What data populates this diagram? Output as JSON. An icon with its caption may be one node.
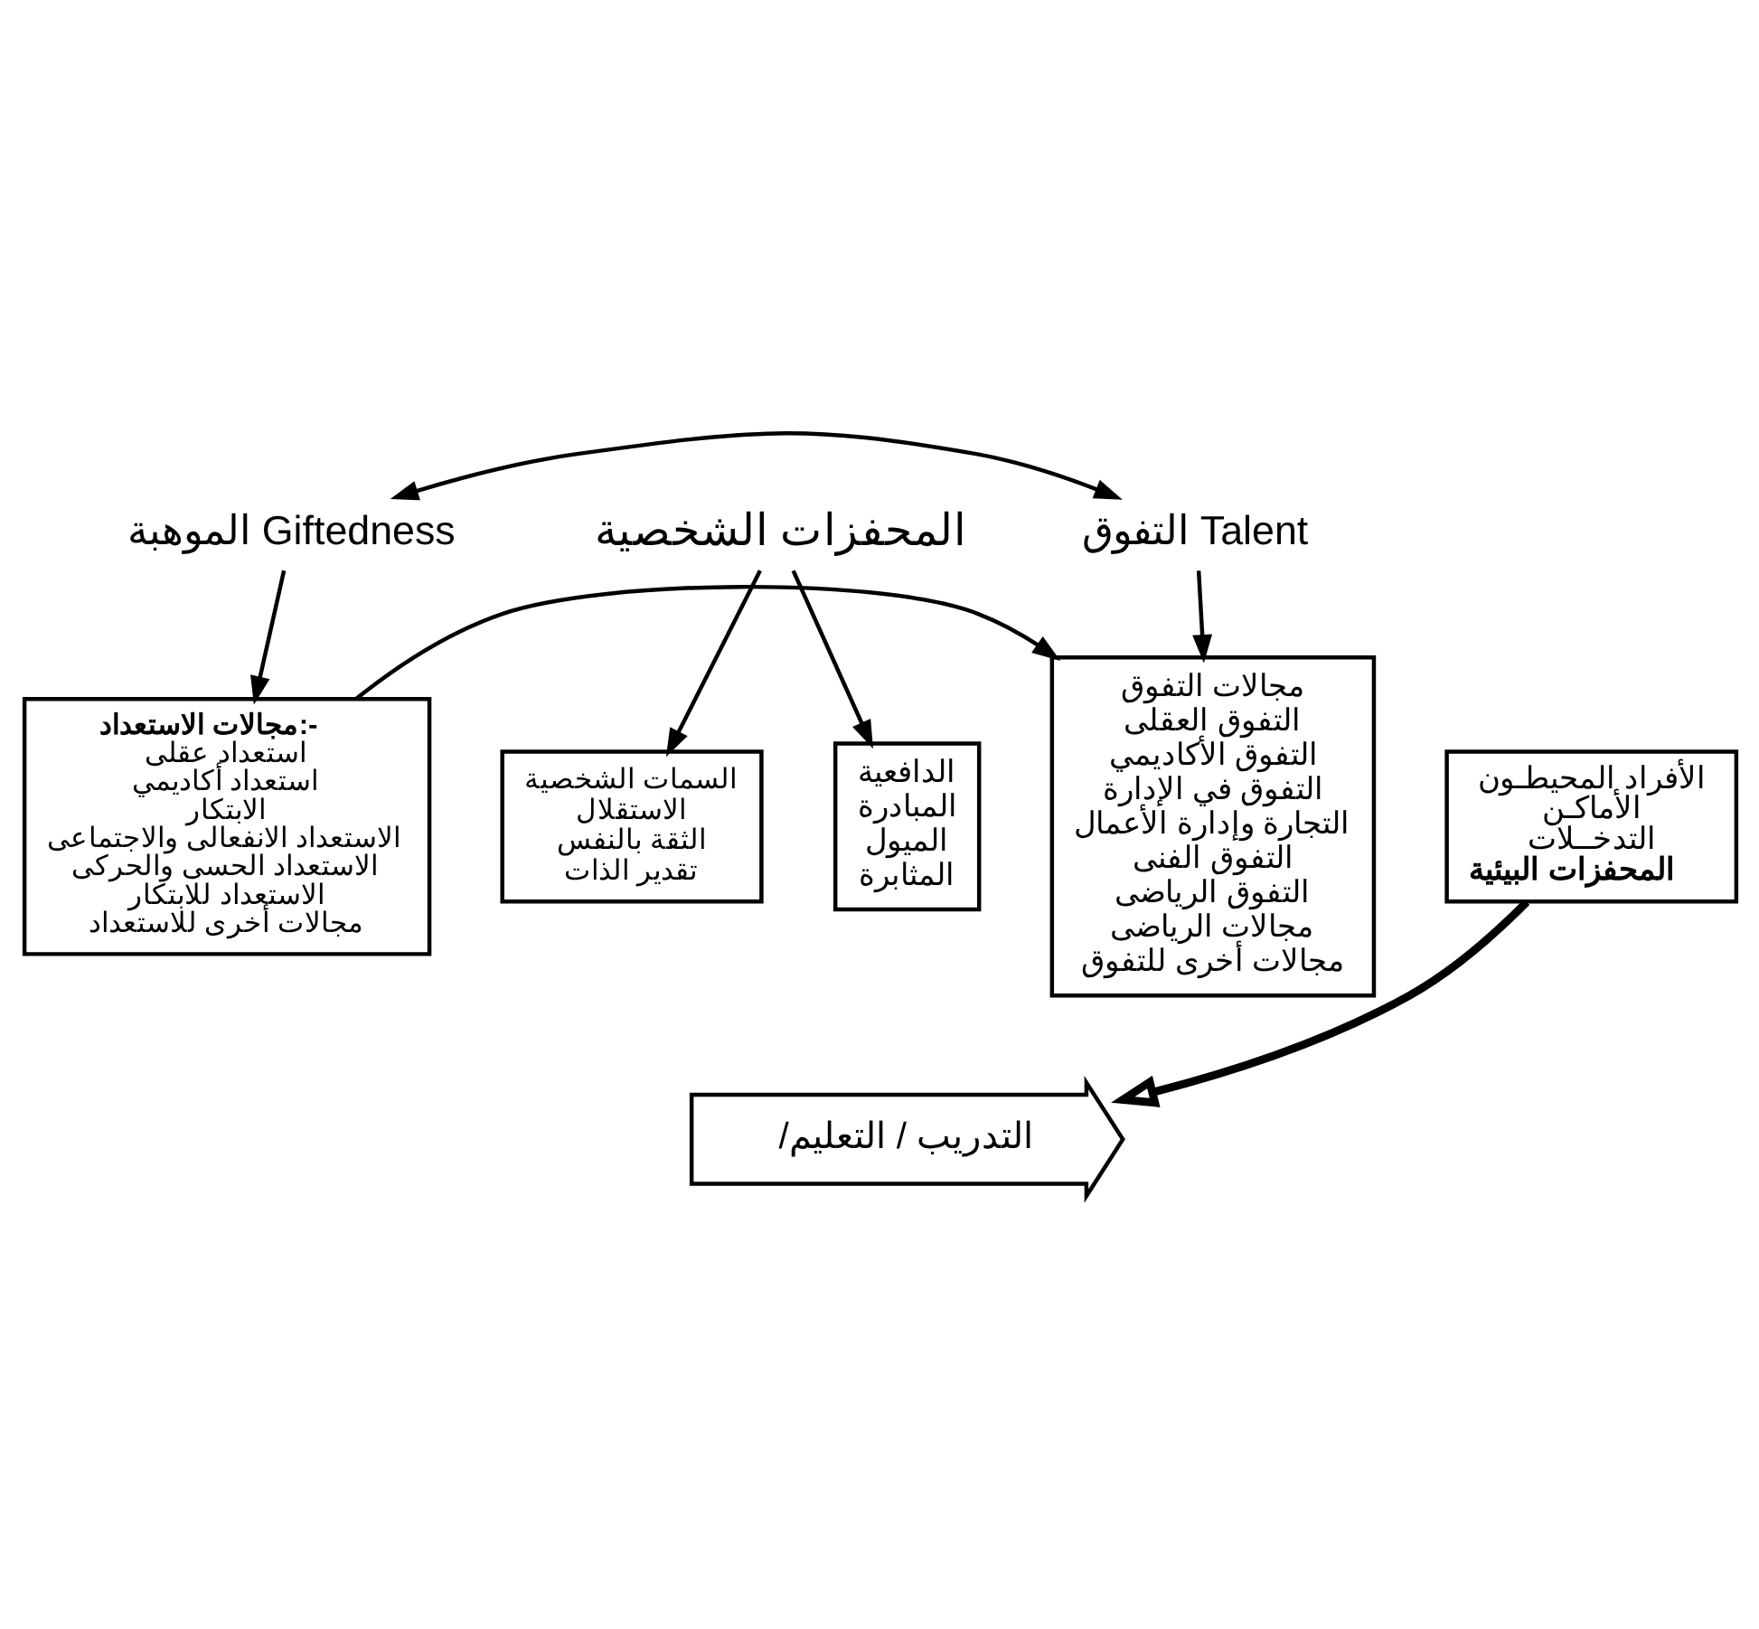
{
  "diagram": {
    "nodes": [
      {
        "text": [
          "الموهبة Giftedness"
        ]
      },
      {
        "text": [
          "المحفزات الشخصية"
        ]
      },
      {
        "text": [
          "التفوق Talent"
        ]
      },
      {
        "text": [
          "مجالات الاستعداد:-",
          "استعداد عقلى",
          "استعداد أكاديمي",
          "الابتكار",
          "الاستعداد الانفعالى والاجتماعى",
          "الاستعداد الحسى والحركى",
          "الاستعداد للابتكار",
          "مجالات أخرى للاستعداد"
        ]
      },
      {
        "text": [
          "السمات الشخصية",
          "الاستقلال",
          "الثقة بالنفس",
          "تقدير الذات"
        ]
      },
      {
        "text": [
          "الدافعية",
          "المبادرة",
          "الميول",
          "المثابرة"
        ]
      },
      {
        "text": [
          "مجالات التفوق",
          "التفوق العقلى",
          "التفوق الأكاديمي",
          "التفوق في الإدارة",
          "التجارة وإدارة الأعمال",
          "التفوق الفنى",
          "التفوق الرياضى",
          "مجالات الرياضى",
          "مجالات أخرى للتفوق"
        ]
      },
      {
        "text": [
          "/التدريب / التعليم"
        ]
      },
      {
        "text": [
          "الأفراد المحيطـون",
          "الأماكـن",
          "التدخــلات",
          "المحفزات البيئية"
        ]
      }
    ],
    "edges": [
      {
        "from": 0,
        "to": 2,
        "arrow": "both"
      },
      {
        "from": 0,
        "to": 3,
        "arrow": "to"
      },
      {
        "from": 1,
        "to": 4,
        "arrow": "to"
      },
      {
        "from": 1,
        "to": 5,
        "arrow": "to"
      },
      {
        "from": 2,
        "to": 6,
        "arrow": "to"
      },
      {
        "from": 8,
        "to": 7,
        "arrow": "to",
        "style": "thick"
      },
      {
        "from": 3,
        "to": 6,
        "arrow": "to"
      }
    ]
  }
}
